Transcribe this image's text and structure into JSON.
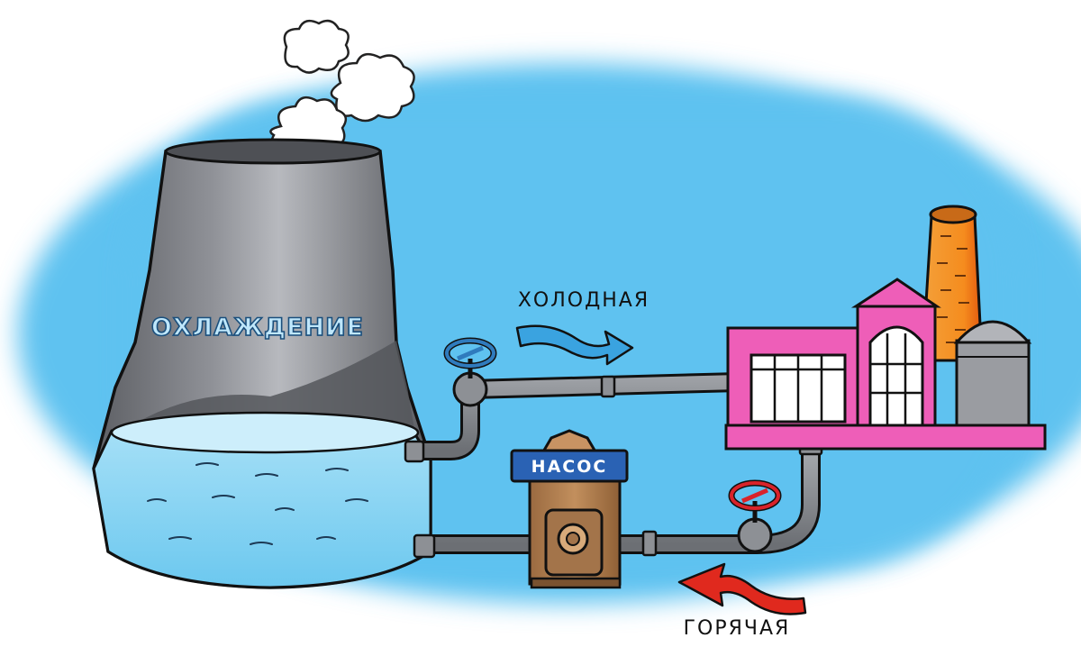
{
  "labels": {
    "tower": "ОХЛАЖДЕНИЕ",
    "cold": "ХОЛОДНАЯ",
    "hot": "ГОРЯЧАЯ",
    "pump": "НАСОС"
  },
  "colors": {
    "sky": "#5ec2f0",
    "sky_edge": "#ffffff",
    "tower_gray": "#7d7f85",
    "water": "#7fd0f2",
    "pipe": "#8d9095",
    "valve_blue": "#2f7bbd",
    "valve_red": "#d9232a",
    "cold_arrow": "#3aa3e0",
    "hot_arrow": "#e0291e",
    "factory_pink": "#ee5eb8",
    "chimney_orange": "#f59020",
    "pump_sign": "#2a62b4",
    "pump_brown": "#b07b4c"
  },
  "icons": [
    "steam-cloud-icon",
    "valve-icon",
    "arrow-right-icon",
    "arrow-left-icon",
    "factory-icon",
    "chimney-icon",
    "tank-icon"
  ]
}
